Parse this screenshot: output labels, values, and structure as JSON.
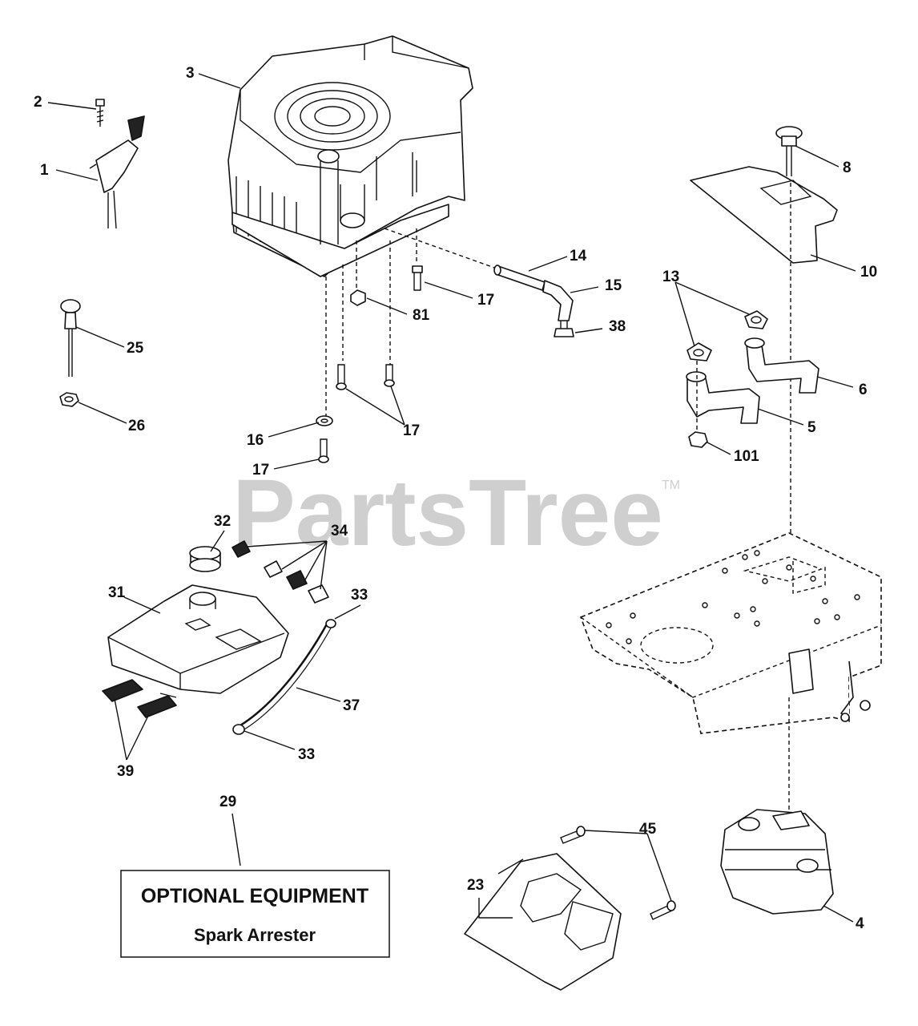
{
  "watermark": {
    "text": "PartsTree",
    "tm": "TM"
  },
  "optional_box": {
    "title": "OPTIONAL EQUIPMENT",
    "subtitle": "Spark Arrester"
  },
  "callouts": {
    "c1": "1",
    "c2": "2",
    "c3": "3",
    "c4": "4",
    "c5": "5",
    "c6": "6",
    "c8": "8",
    "c10": "10",
    "c13": "13",
    "c14": "14",
    "c15": "15",
    "c16": "16",
    "c17a": "17",
    "c17b": "17",
    "c17c": "17",
    "c23": "23",
    "c25": "25",
    "c26": "26",
    "c29": "29",
    "c31": "31",
    "c32": "32",
    "c33a": "33",
    "c33b": "33",
    "c34": "34",
    "c37": "37",
    "c38": "38",
    "c39": "39",
    "c45": "45",
    "c81": "81",
    "c101": "101"
  }
}
